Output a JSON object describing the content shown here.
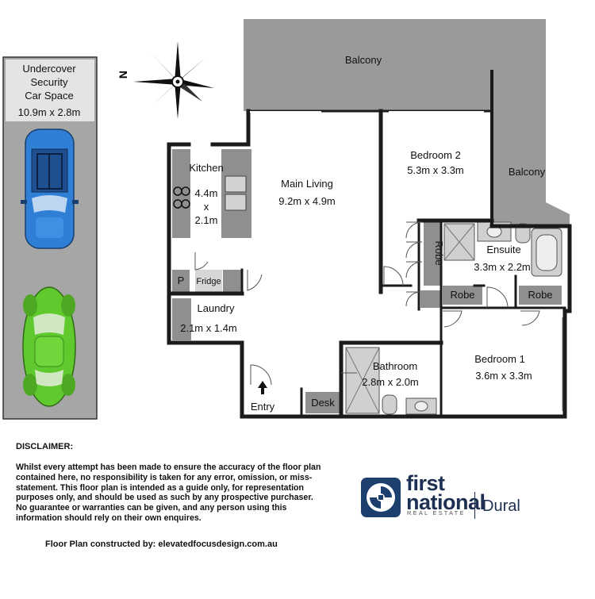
{
  "car_space": {
    "lines": [
      "Undercover",
      "Security",
      "Car Space"
    ],
    "size": "10.9m x 2.8m"
  },
  "compass": {
    "north": "N"
  },
  "rooms": {
    "balcony_top": "Balcony",
    "balcony_right": "Balcony",
    "bedroom2": {
      "name": "Bedroom 2",
      "size": "5.3m x 3.3m"
    },
    "kitchen": {
      "name": "Kitchen",
      "size_lines": [
        "4.4m",
        "x",
        "2.1m"
      ]
    },
    "main_living": {
      "name": "Main Living",
      "size": "9.2m x 4.9m"
    },
    "ensuite": {
      "name": "Ensuite",
      "size": "3.3m x 2.2m"
    },
    "robe_vertical": "Robe",
    "robe_left": "Robe",
    "robe_right": "Robe",
    "pantry": "P",
    "fridge": "Fridge",
    "laundry": {
      "name": "Laundry",
      "size": "2.1m x 1.4m"
    },
    "bedroom1": {
      "name": "Bedroom 1",
      "size": "3.6m x 3.3m"
    },
    "bathroom": {
      "name": "Bathroom",
      "size": "2.8m x 2.0m"
    },
    "desk": "Desk",
    "entry": "Entry"
  },
  "disclaimer": {
    "title": "DISCLAIMER:",
    "text": "Whilst every attempt has been made to ensure the accuracy of the floor plan contained here, no responsibility is taken for any error, omission, or miss-statement. This floor plan is intended as a guide only, for representation purposes only, and should be used as such by any prospective purchaser. No guarantee or warranties can be given, and any person using this information should rely on their own enquires."
  },
  "credit": "Floor Plan constructed by: elevatedfocusdesign.com.au",
  "brand": {
    "first": "first",
    "national": "national",
    "tagline": "REAL ESTATE",
    "office": "Dural"
  },
  "colors": {
    "wall": "#1b1b1b",
    "balcony": "#9a9a9a",
    "fixture": "#8f8f8f",
    "car_blue": "#2f7fd6",
    "car_green": "#5fc92e",
    "brand_navy": "#1d2f52"
  }
}
